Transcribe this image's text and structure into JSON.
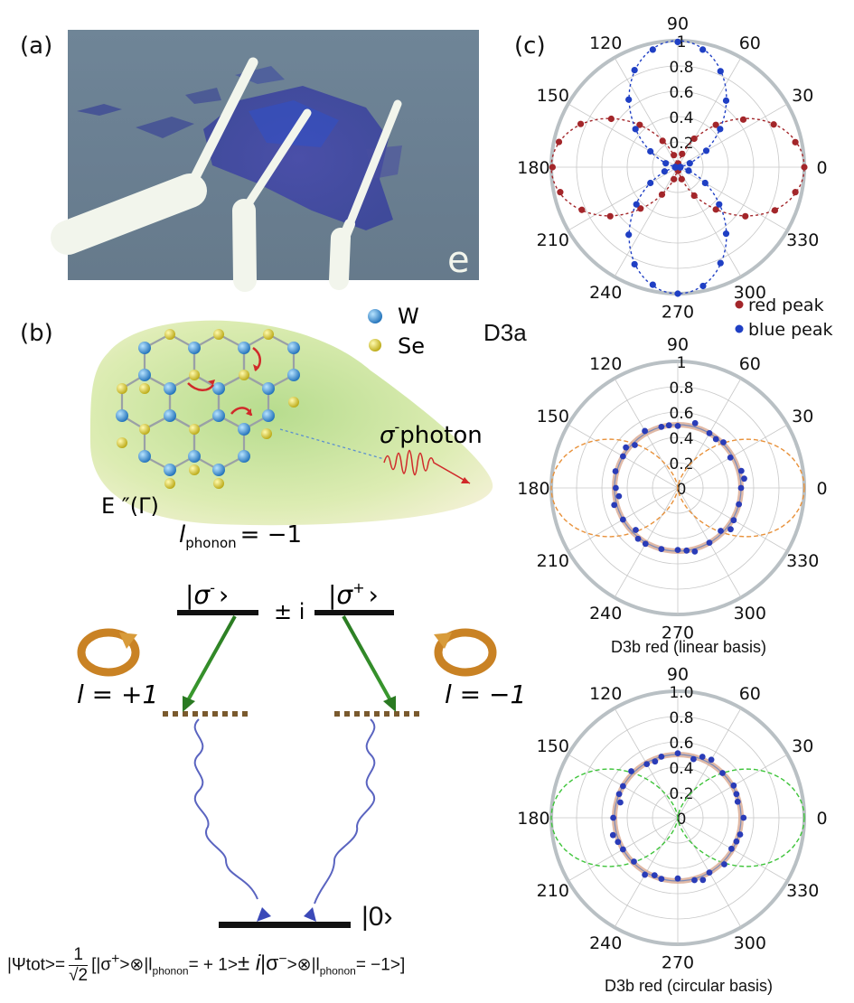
{
  "panel_labels": {
    "a": "(a)",
    "b": "(b)",
    "c": "(c)"
  },
  "micrograph": {
    "scale_mark": "e"
  },
  "lattice": {
    "legend": [
      {
        "label": "W",
        "color": "#3a8fd0"
      },
      {
        "label": "Se",
        "color": "#d8cf2a"
      }
    ],
    "mode": "E ″(Γ)",
    "photon_sigma": "σ",
    "photon_sup": "-",
    "photon_word": "photon",
    "l_symbol": "l",
    "l_sub": "phonon",
    "l_value": "= −1"
  },
  "levels": {
    "left_state": "|σ",
    "left_sup": "-",
    "right_state": "|σ",
    "right_sup": "+",
    "ket": "›",
    "coupling": "± i",
    "left_l": "l = +1",
    "right_l": "l = −1",
    "ground": "|0›"
  },
  "formula": {
    "lhs": "|Ψtot>=",
    "frac_num": "1",
    "frac_den": "√2",
    "term1": "[|σ",
    "term1_sup": "+",
    "term1_rest": ">⊗|l",
    "sub": "phonon",
    "term1_end": "= + 1>",
    "pm_i": "± i",
    "term2": "|σ",
    "term2_sup": "−",
    "term2_rest": ">⊗|l",
    "term2_end": "= −1>]"
  },
  "chart_data": [
    {
      "type": "scatter",
      "coordinate_system": "polar",
      "panel": "(c)",
      "title": "",
      "angle_ticks": [
        "0",
        "30",
        "60",
        "90",
        "120",
        "150",
        "180",
        "210",
        "240",
        "270",
        "300",
        "330"
      ],
      "radial_ticks": [
        "0.2",
        "0.4",
        "0.6",
        "0.8",
        "1"
      ],
      "rlim": [
        0,
        1
      ],
      "legend_position": "bottom-right",
      "series": [
        {
          "name": "red peak",
          "color": "#a3262a",
          "fit": "cos^2(theta)",
          "theta_deg": [
            0,
            12,
            24,
            36,
            48,
            60,
            72,
            84,
            96,
            108,
            120,
            132,
            144,
            156,
            168,
            180,
            192,
            204,
            216,
            228,
            240,
            252,
            264,
            276,
            288,
            300,
            312,
            324,
            336,
            348
          ],
          "r": [
            1.0,
            0.95,
            0.83,
            0.64,
            0.45,
            0.26,
            0.11,
            0.03,
            0.02,
            0.1,
            0.24,
            0.45,
            0.65,
            0.84,
            0.96,
            0.99,
            0.95,
            0.83,
            0.66,
            0.44,
            0.25,
            0.1,
            0.02,
            0.03,
            0.1,
            0.26,
            0.45,
            0.66,
            0.84,
            0.95
          ]
        },
        {
          "name": "blue peak",
          "color": "#1f3fc4",
          "fit": "sin^2(theta)",
          "theta_deg": [
            6,
            18,
            30,
            42,
            54,
            66,
            78,
            90,
            102,
            114,
            126,
            138,
            150,
            162,
            174,
            186,
            198,
            210,
            222,
            234,
            246,
            258,
            270,
            282,
            294,
            306,
            318,
            330,
            342,
            354
          ],
          "r": [
            0.02,
            0.1,
            0.26,
            0.45,
            0.65,
            0.83,
            0.95,
            0.99,
            0.95,
            0.84,
            0.66,
            0.45,
            0.25,
            0.1,
            0.02,
            0.02,
            0.11,
            0.25,
            0.44,
            0.66,
            0.84,
            0.95,
            1.0,
            0.96,
            0.83,
            0.65,
            0.44,
            0.25,
            0.09,
            0.02
          ]
        }
      ]
    },
    {
      "type": "scatter",
      "coordinate_system": "polar",
      "panel": "D3a",
      "title": "D3b red (linear basis)",
      "angle_ticks": [
        "0",
        "30",
        "60",
        "90",
        "120",
        "150",
        "180",
        "210",
        "240",
        "270",
        "300",
        "330"
      ],
      "radial_ticks": [
        "0",
        "0.2",
        "0.4",
        "0.6",
        "0.8",
        "1"
      ],
      "rlim": [
        0,
        1
      ],
      "fit_radius": 0.5,
      "reference": {
        "color": "#e8913a",
        "shape": "cos^2(theta)"
      },
      "points": {
        "color": "#2a3cb8",
        "theta_deg": [
          0,
          15,
          30,
          45,
          60,
          75,
          90,
          105,
          120,
          135,
          150,
          165,
          180,
          195,
          210,
          225,
          240,
          255,
          270,
          285,
          300,
          315,
          330,
          345,
          8,
          52,
          98,
          142,
          188,
          232,
          278,
          322
        ],
        "r": [
          0.5,
          0.52,
          0.48,
          0.51,
          0.5,
          0.53,
          0.49,
          0.5,
          0.52,
          0.48,
          0.5,
          0.51,
          0.49,
          0.52,
          0.5,
          0.47,
          0.51,
          0.5,
          0.49,
          0.52,
          0.5,
          0.48,
          0.51,
          0.5,
          0.53,
          0.49,
          0.5,
          0.52,
          0.47,
          0.51,
          0.5,
          0.53
        ]
      }
    },
    {
      "type": "scatter",
      "coordinate_system": "polar",
      "panel": "",
      "title": "D3b red (circular basis)",
      "angle_ticks": [
        "0",
        "30",
        "60",
        "90",
        "120",
        "150",
        "180",
        "210",
        "240",
        "270",
        "300",
        "330"
      ],
      "radial_ticks": [
        "0",
        "0.2",
        "0.4",
        "0.6",
        "0.8",
        "1.0"
      ],
      "rlim": [
        0,
        1
      ],
      "fit_radius": 0.5,
      "reference": {
        "color": "#3ec43a",
        "shape": "cos^2(theta)"
      },
      "points": {
        "color": "#2a3cb8",
        "theta_deg": [
          0,
          15,
          30,
          45,
          60,
          75,
          90,
          105,
          120,
          135,
          150,
          165,
          180,
          195,
          210,
          225,
          240,
          255,
          270,
          285,
          300,
          315,
          330,
          345,
          22,
          68,
          112,
          158,
          202,
          248,
          292,
          338
        ],
        "r": [
          0.52,
          0.49,
          0.51,
          0.5,
          0.53,
          0.48,
          0.51,
          0.5,
          0.49,
          0.52,
          0.5,
          0.47,
          0.51,
          0.53,
          0.5,
          0.49,
          0.52,
          0.5,
          0.48,
          0.51,
          0.5,
          0.52,
          0.49,
          0.51,
          0.5,
          0.52,
          0.48,
          0.5,
          0.51,
          0.49,
          0.53,
          0.5
        ]
      }
    }
  ]
}
